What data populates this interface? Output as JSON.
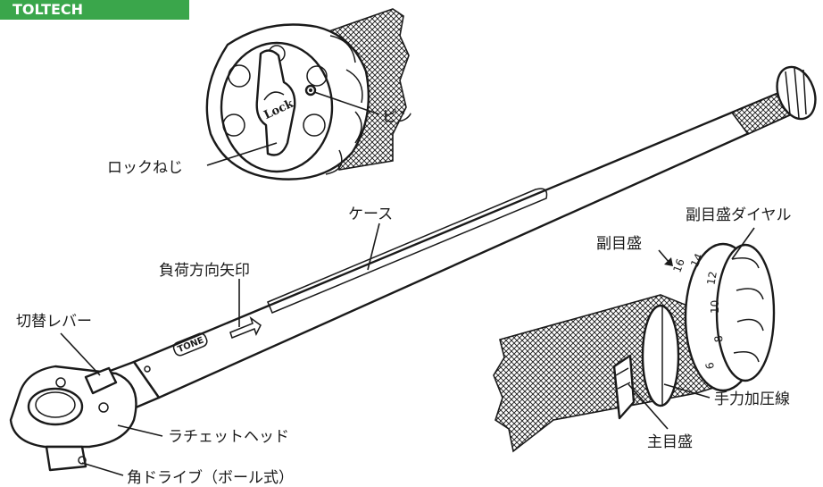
{
  "header_badge": {
    "text": "TOLTECH",
    "color": "#3aa64b"
  },
  "brand_logo": "TONE",
  "lock_mark": "Lock",
  "labels": {
    "pin": "ピン",
    "lock_screw": "ロックねじ",
    "case": "ケース",
    "load_arrow": "負荷方向矢印",
    "switch_lever": "切替レバー",
    "ratchet_head": "ラチェットヘッド",
    "square_drive": "角ドライブ（ボール式）",
    "sub_scale_dial": "副目盛ダイヤル",
    "sub_scale": "副目盛",
    "pressure_line": "手力加圧線",
    "main_scale": "主目盛"
  },
  "dial_numbers": [
    "16",
    "14",
    "12",
    "10",
    "8",
    "6"
  ]
}
